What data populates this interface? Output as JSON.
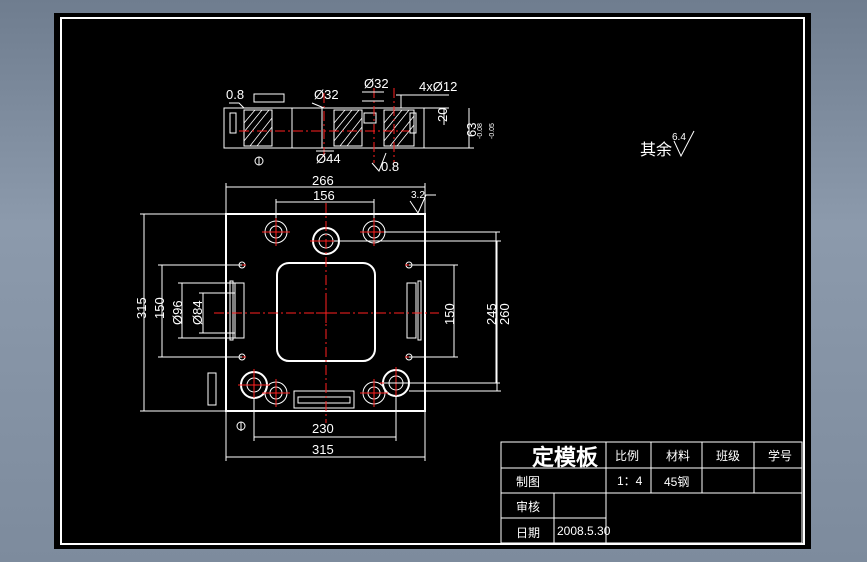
{
  "title_block": {
    "part_name": "定模板",
    "headers": [
      "比例",
      "材料",
      "班级",
      "学号"
    ],
    "scale": "1：4",
    "material": "45钢",
    "row_labels": [
      "制图",
      "审核",
      "日期"
    ],
    "date": "2008.5.30"
  },
  "notes": {
    "remaining": "其余",
    "remaining_roughness": "6.4"
  },
  "section_view": {
    "roughness_top": "0.8",
    "roughness_bottom": "0.8",
    "dia_counterbore": "Ø32",
    "dia_bore": "Ø44",
    "dia_hole": "Ø32",
    "holes": "4xØ12",
    "thickness_top": "20",
    "thickness_total": "63",
    "tol_upper": "-0.08",
    "tol_lower": "-0.05"
  },
  "plan_view": {
    "width_266": "266",
    "width_156": "156",
    "roughness_corner": "3.2",
    "height_315": "315",
    "height_150_left": "150",
    "dia_96": "Ø96",
    "dia_84": "Ø84",
    "height_150_right": "150",
    "height_245": "245",
    "height_260": "260",
    "width_230": "230",
    "width_315": "315"
  }
}
